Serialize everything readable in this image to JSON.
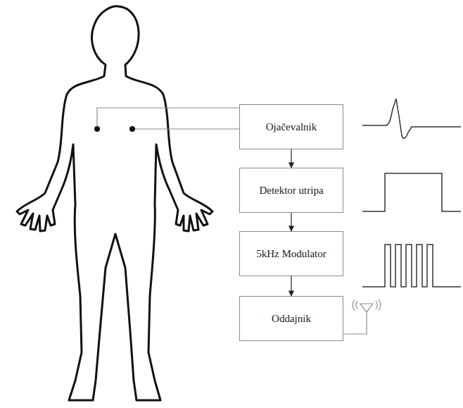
{
  "diagram": {
    "nodes": [
      {
        "text": [
          "Ojačevalnik"
        ]
      },
      {
        "text": [
          "Detektor utripa"
        ]
      },
      {
        "text": [
          "5kHz Modulator"
        ]
      },
      {
        "text": [
          "Oddajnik"
        ]
      }
    ],
    "edges": [
      {
        "from": 0,
        "to": 1,
        "arrow": "to"
      },
      {
        "from": 1,
        "to": 2,
        "arrow": "to"
      },
      {
        "from": 2,
        "to": 3,
        "arrow": "to"
      }
    ]
  }
}
